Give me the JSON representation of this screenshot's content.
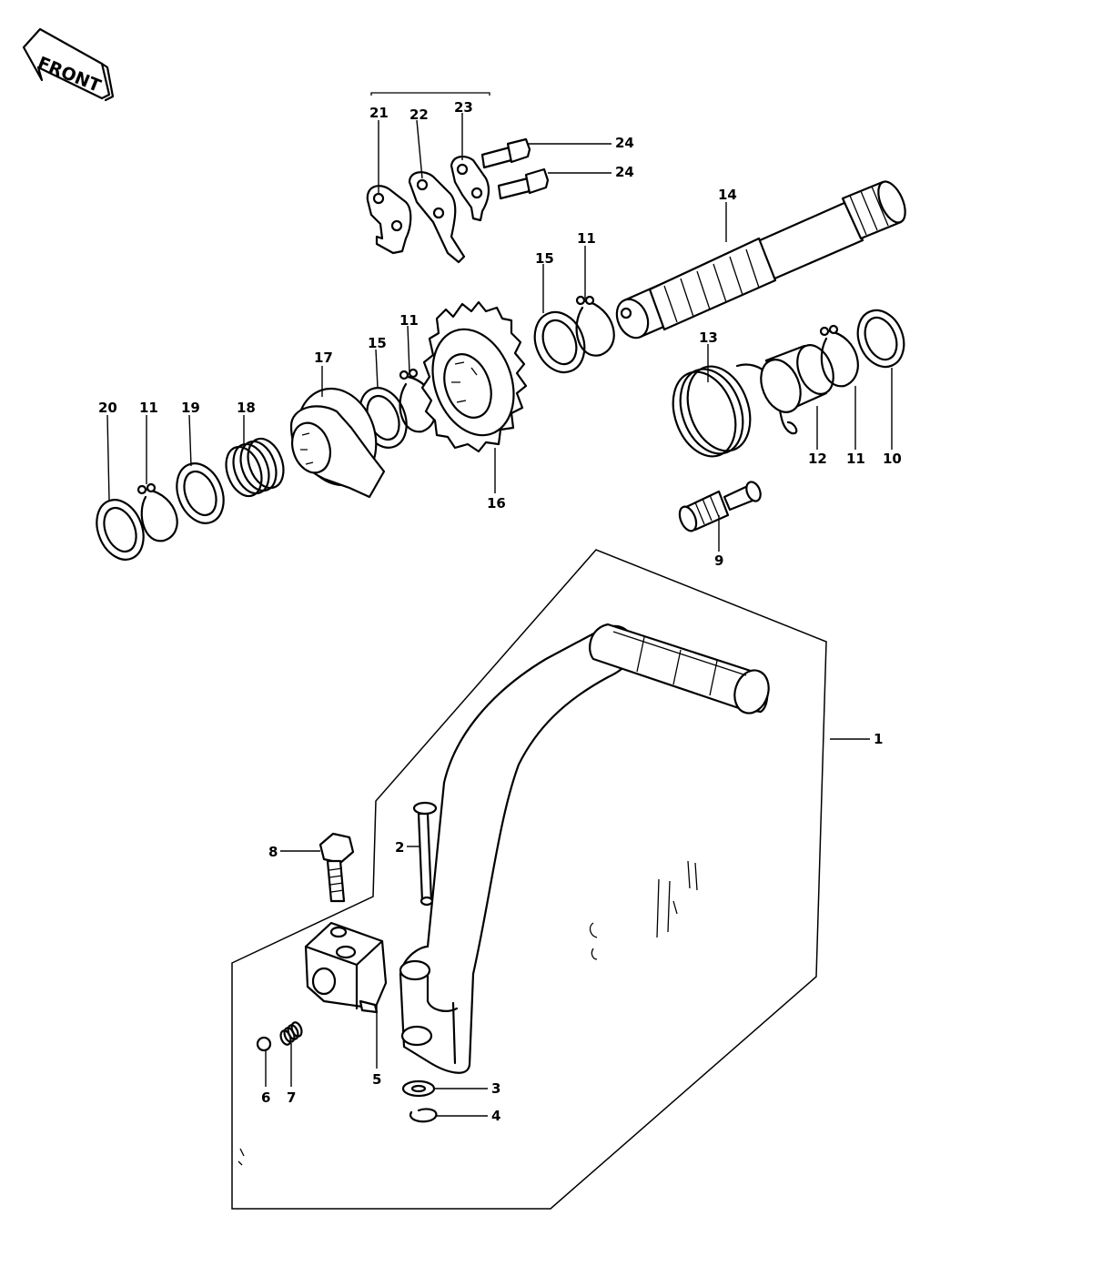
{
  "front_badge": {
    "text": "FRONT"
  },
  "callouts": {
    "n1": "1",
    "n2": "2",
    "n3": "3",
    "n4": "4",
    "n5": "5",
    "n6": "6",
    "n7": "7",
    "n8": "8",
    "n9": "9",
    "n10": "10",
    "n11a": "11",
    "n11b": "11",
    "n11c": "11",
    "n11d": "11",
    "n12": "12",
    "n13": "13",
    "n14": "14",
    "n15a": "15",
    "n15b": "15",
    "n16": "16",
    "n17": "17",
    "n18": "18",
    "n19": "19",
    "n20": "20",
    "n21": "21",
    "n22": "22",
    "n23": "23",
    "n24a": "24",
    "n24b": "24"
  }
}
